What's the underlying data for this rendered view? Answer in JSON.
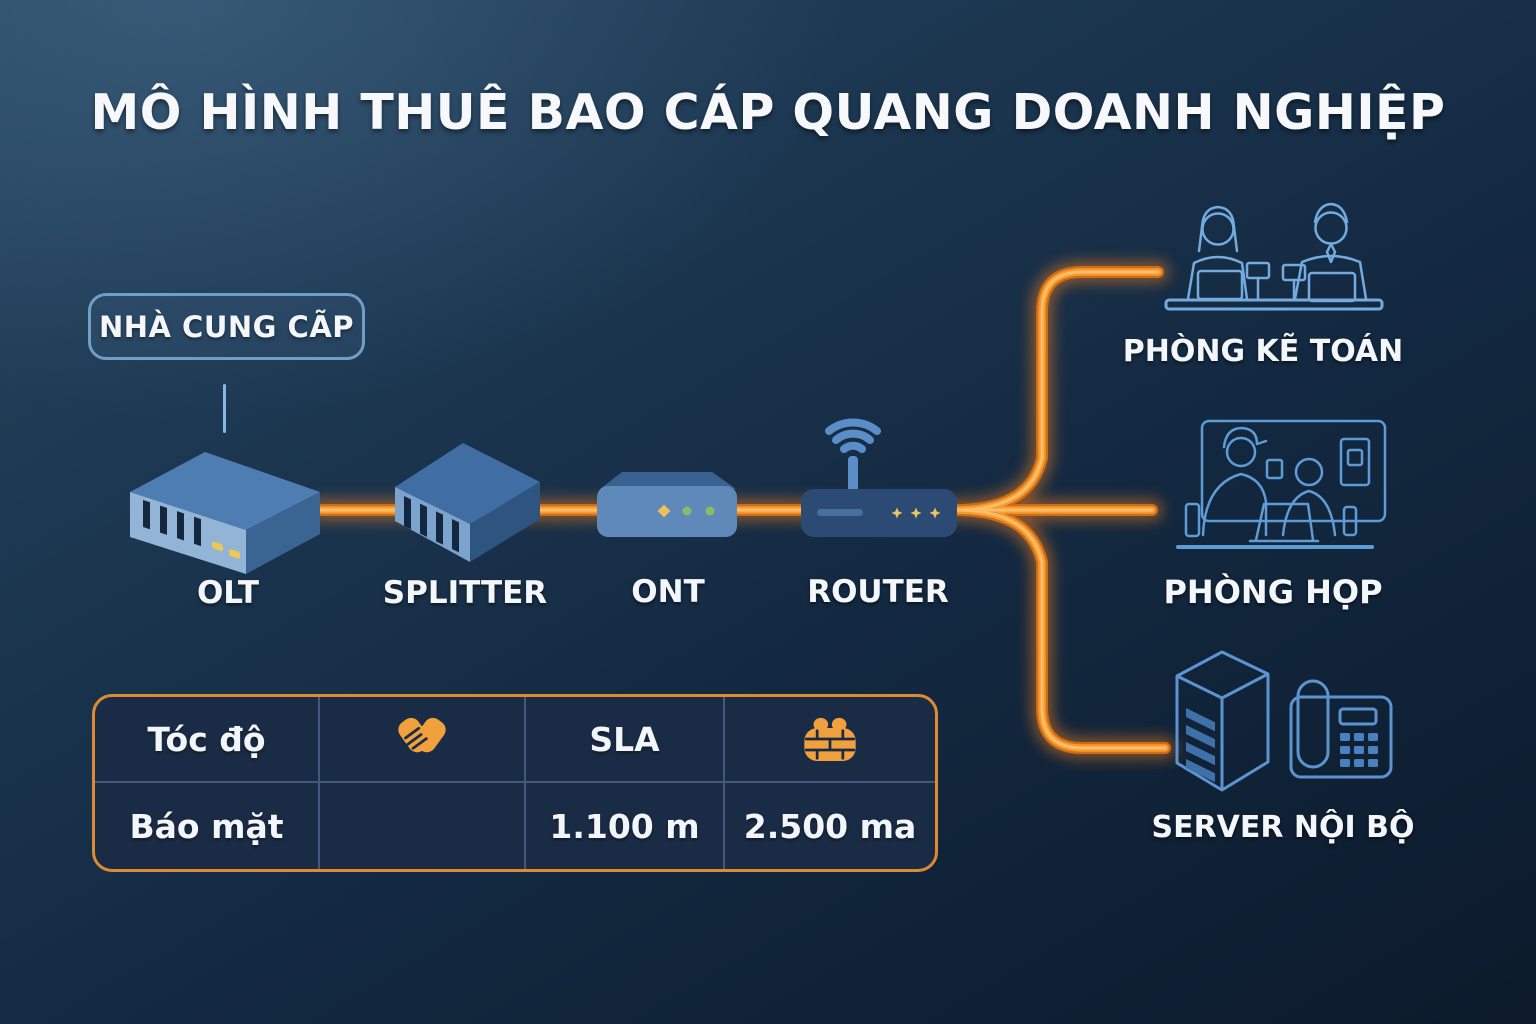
{
  "title": "MÔ HÌNH THUÊ BAO CÁP QUANG DOANH NGHIỆP",
  "provider": {
    "label": "NHÀ CUNG CÃP"
  },
  "chain": {
    "olt": "OLT",
    "splitter": "SPLITTER",
    "ont": "ONT",
    "router": "ROUTER"
  },
  "destinations": {
    "accounting": {
      "label": "PHÒNG KẼ TOÁN",
      "icon": "accounting-desk-icon"
    },
    "meeting": {
      "label": "PHÒNG HỌP",
      "icon": "meeting-room-icon"
    },
    "server": {
      "label": "SERVER NỘI BỘ",
      "icon": "server-and-phone-icon"
    }
  },
  "table": {
    "row1": {
      "col1": "Tóc độ",
      "col2_icon": "handshake-icon",
      "col3": "SLA",
      "col4_icon": "coins-icon"
    },
    "row2": {
      "col1": "Báo mặt",
      "col2": "",
      "col3": "1.100 m",
      "col4": "2.500 ma"
    }
  },
  "colors": {
    "background_top": "#27465f",
    "background_bottom": "#0c1a2b",
    "fiber_edge_orange": "#cf6d15",
    "fiber_mid_orange": "#f59a33",
    "fiber_core": "#ffc069",
    "device_top_blue": "#4e7db1",
    "device_light_blue": "#92b4d6",
    "device_dark_blue": "#2c4b74",
    "line_art_blue": "#6fa6da",
    "table_border_orange": "#dd8a33",
    "table_cell_bg": "#1a2c45",
    "divider_blue": "#415a7c",
    "text_white": "#f4f7fa",
    "led_yellow": "#ecc659",
    "led_green": "#8cb96a"
  }
}
